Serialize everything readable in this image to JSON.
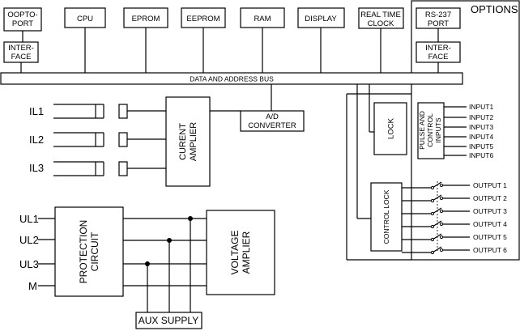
{
  "top_boxes": {
    "oopto_port": [
      "OOPTO-",
      "PORT"
    ],
    "interface_left": [
      "INTER-",
      "FACE"
    ],
    "cpu": "CPU",
    "eprom": "EPROM",
    "eeprom": "EEPROM",
    "ram": "RAM",
    "display": "DISPLAY",
    "rtc": [
      "REAL TIME",
      "CLOCK"
    ]
  },
  "options": {
    "title": "OPTIONS",
    "rs237_port": [
      "RS-237",
      "PORT"
    ],
    "interface_right": [
      "INTER-",
      "FACE"
    ],
    "lock": "LOCK",
    "pulse_inputs": [
      "PULSE AND",
      "CONTROL",
      "INPUTS"
    ],
    "inputs": [
      "INPUT1",
      "INPUT2",
      "INPUT3",
      "INPUT4",
      "INPUT5",
      "INPUT6"
    ],
    "control_lock": "CONTROL LOCK",
    "outputs": [
      "OUTPUT 1",
      "OUTPUT 2",
      "OUTPUT 3",
      "OUTPUT 4",
      "OUTPUT 5",
      "OUTPUT 6"
    ]
  },
  "bus_label": "DATA AND ADDRESS BUS",
  "ad_converter": [
    "A/D",
    "CONVERTER"
  ],
  "current_inputs": [
    "IL1",
    "IL2",
    "IL3"
  ],
  "current_amplifier": [
    "CURENT",
    "AMPLIER"
  ],
  "voltage_inputs": [
    "UL1",
    "UL2",
    "UL3",
    "M"
  ],
  "protection_circuit": [
    "PROTECTION",
    "CIRCUIT"
  ],
  "voltage_amplifier": [
    "VOLTAGE",
    "AMPLIER"
  ],
  "aux_supply": "AUX SUPPLY"
}
